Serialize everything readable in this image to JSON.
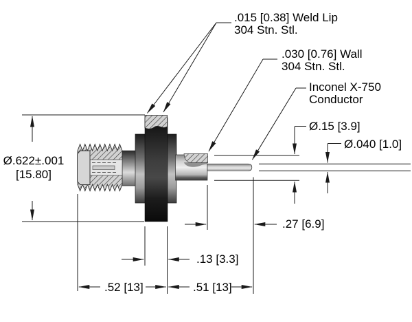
{
  "labels": {
    "weld_lip": {
      "line1": ".015 [0.38] Weld Lip",
      "line2": "304 Stn. Stl."
    },
    "wall": {
      "line1": ".030 [0.76] Wall",
      "line2": "304 Stn. Stl."
    },
    "conductor": {
      "line1": "Inconel X-750",
      "line2": "Conductor"
    }
  },
  "dimensions": {
    "flange_diameter": {
      "line1": "Ø.622±.001",
      "line2": "[15.80]"
    },
    "tube_diameter": "Ø.15 [3.9]",
    "pin_diameter": "Ø.040 [1.0]",
    "pin_protrusion": ".27 [6.9]",
    "disc_thickness": ".13 [3.3]",
    "left_length": ".52 [13]",
    "right_length": ".51 [13]"
  },
  "colors": {
    "background": "#ffffff",
    "drawing_line": "#1a1a1a",
    "hatch_line": "#3a3a3a",
    "hatch_fill": "#d2d2d2"
  }
}
